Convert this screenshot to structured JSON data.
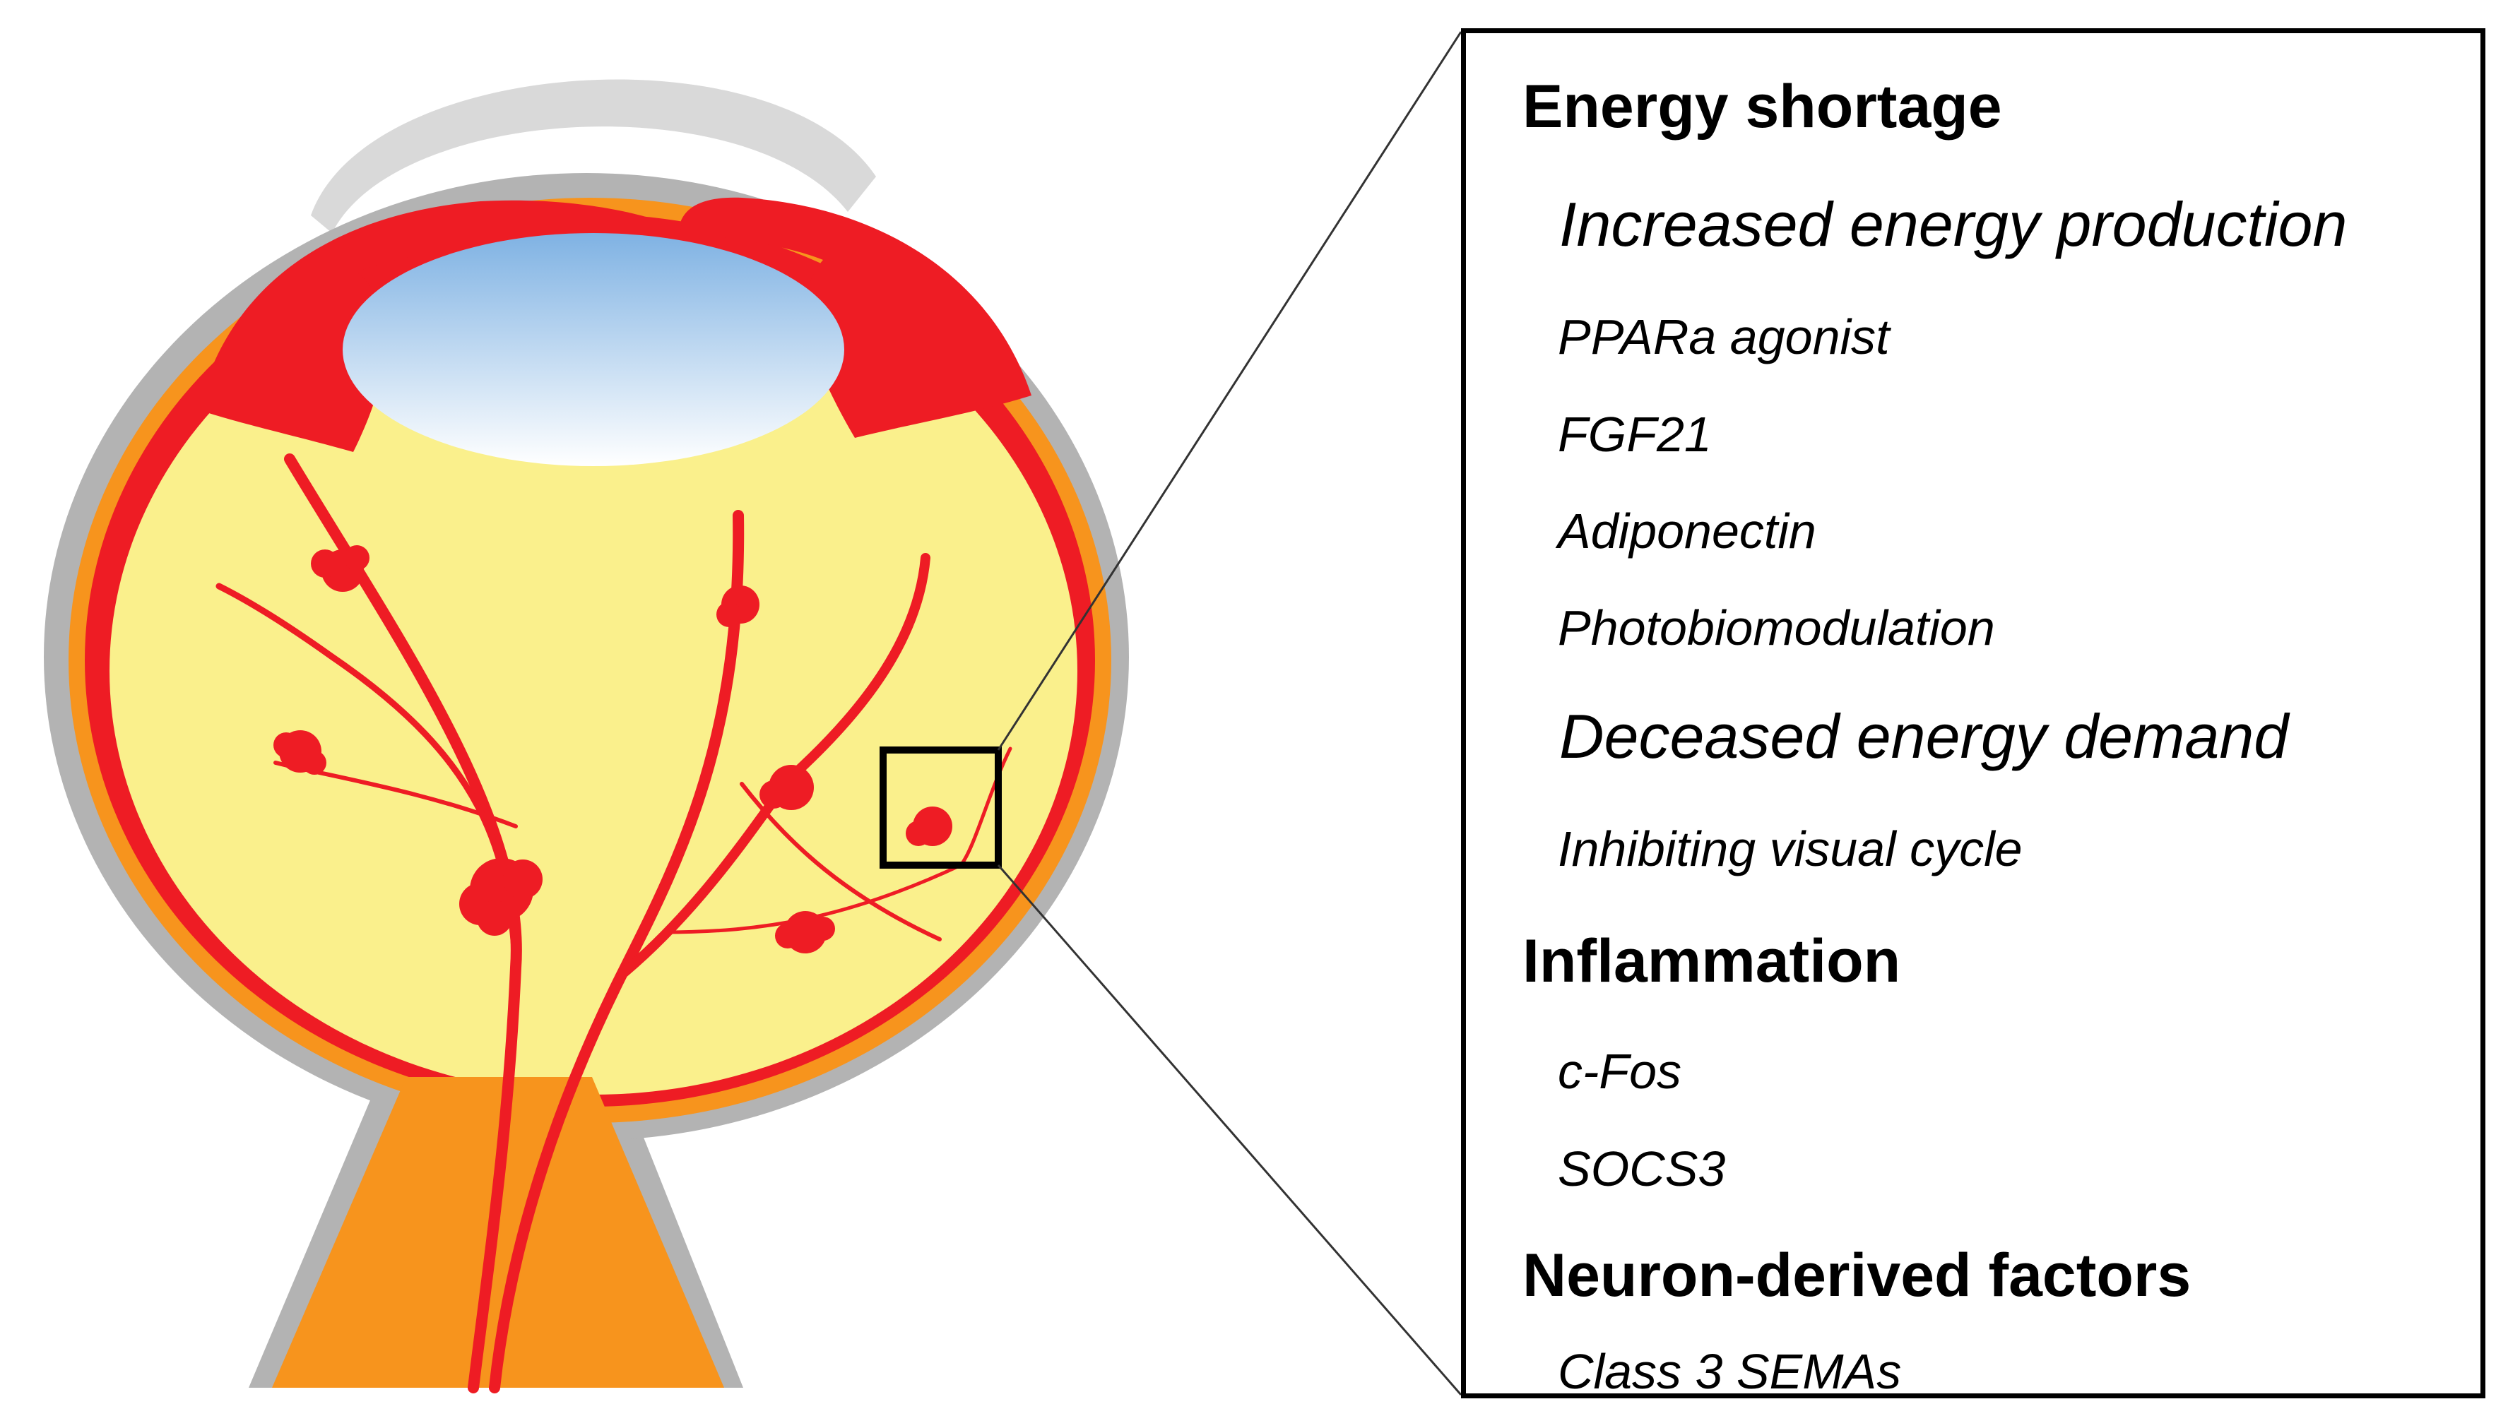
{
  "colors": {
    "vitreous": "#faf08c",
    "retina_red": "#ee1c24",
    "choroid_orange": "#f7941d",
    "sclera_gray": "#b3b3b3",
    "cornea_light_gray": "#d9d9d9",
    "lens_blue": "#a8cdee",
    "outline": "#000000"
  },
  "icons": {
    "eye": "eye-cross-section-illustration",
    "lesion": "vascular-lesion-blob",
    "zoom": "magnification-box"
  },
  "box": {
    "sections": [
      {
        "heading": "Energy shortage",
        "subsections": [
          {
            "title": "Increased energy production",
            "items": [
              "PPARa agonist",
              "FGF21",
              "Adiponectin",
              "Photobiomodulation"
            ]
          },
          {
            "title": "Deceased energy demand",
            "items": [
              "Inhibiting visual cycle"
            ]
          }
        ]
      },
      {
        "heading": "Inflammation",
        "items": [
          "c-Fos",
          "SOCS3"
        ]
      },
      {
        "heading": "Neuron-derived factors",
        "items": [
          "Class 3 SEMAs"
        ]
      }
    ]
  }
}
